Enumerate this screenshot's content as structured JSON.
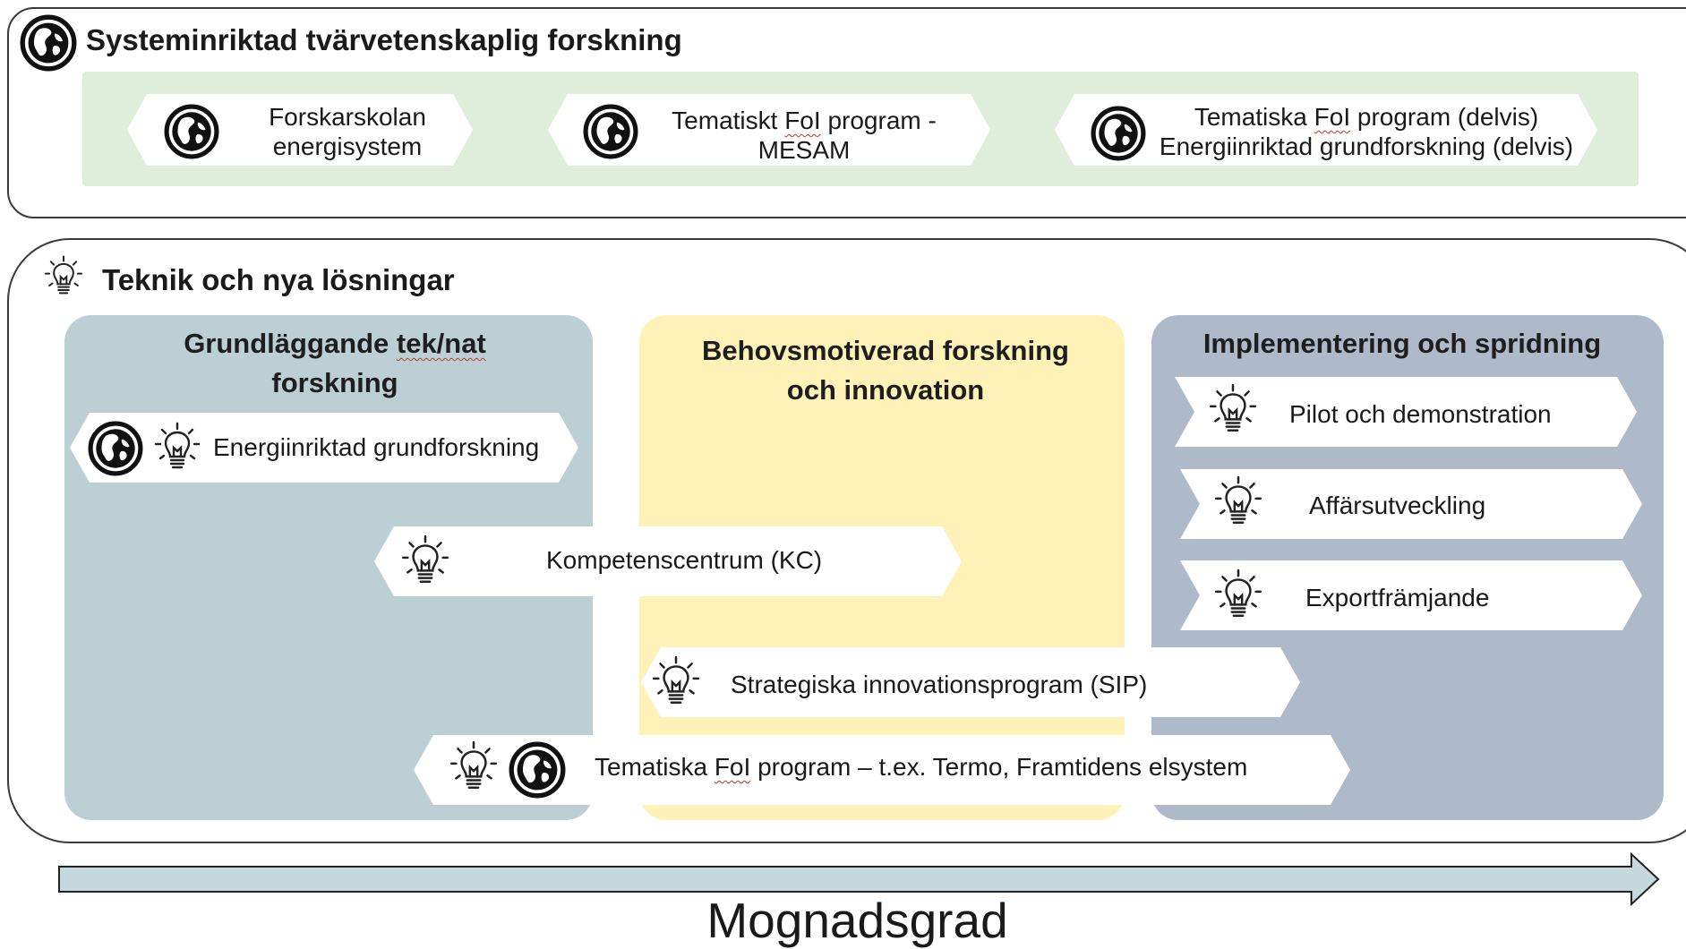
{
  "systems": {
    "title": "Systeminriktad tvärvetenskaplig forskning",
    "items": [
      {
        "line1": "Forskarskolan",
        "line2": "energisystem"
      },
      {
        "line1_pre": "Tematiskt ",
        "line1_u": "FoI",
        "line1_post": " program -",
        "line2": "MESAM"
      },
      {
        "line1_pre": "Tematiska ",
        "line1_u": "FoI",
        "line1_post": " program (delvis)",
        "line2": "Energiinriktad grundforskning (delvis)"
      }
    ]
  },
  "technology": {
    "title": "Teknik och nya lösningar",
    "columns": {
      "basic": {
        "title_pre": "Grundläggande ",
        "title_u": "tek/nat",
        "title_line2": "forskning"
      },
      "needs": {
        "title_line1": "Behovsmotiverad forskning",
        "title_line2": "och innovation"
      },
      "impl": {
        "title": "Implementering och spridning"
      }
    },
    "items": {
      "energy_basic": "Energiinriktad grundforskning",
      "kc": "Kompetenscentrum (KC)",
      "sip": "Strategiska innovationsprogram (SIP)",
      "thematic_pre": "Tematiska ",
      "thematic_u": "FoI",
      "thematic_post": " program – t.ex. Termo, Framtidens elsystem",
      "pilot": "Pilot och demonstration",
      "business": "Affärsutveckling",
      "export": "Exportfrämjande"
    }
  },
  "axis": {
    "label": "Mognadsgrad"
  },
  "colors": {
    "band_green": "#dfeedb",
    "basic_blue": "#bccfd5",
    "needs_yellow": "#fff2b8",
    "impl_slate": "#aebac9",
    "arrow_fill": "#c5d8de"
  },
  "icons": [
    "globe-icon",
    "lightbulb-icon"
  ]
}
